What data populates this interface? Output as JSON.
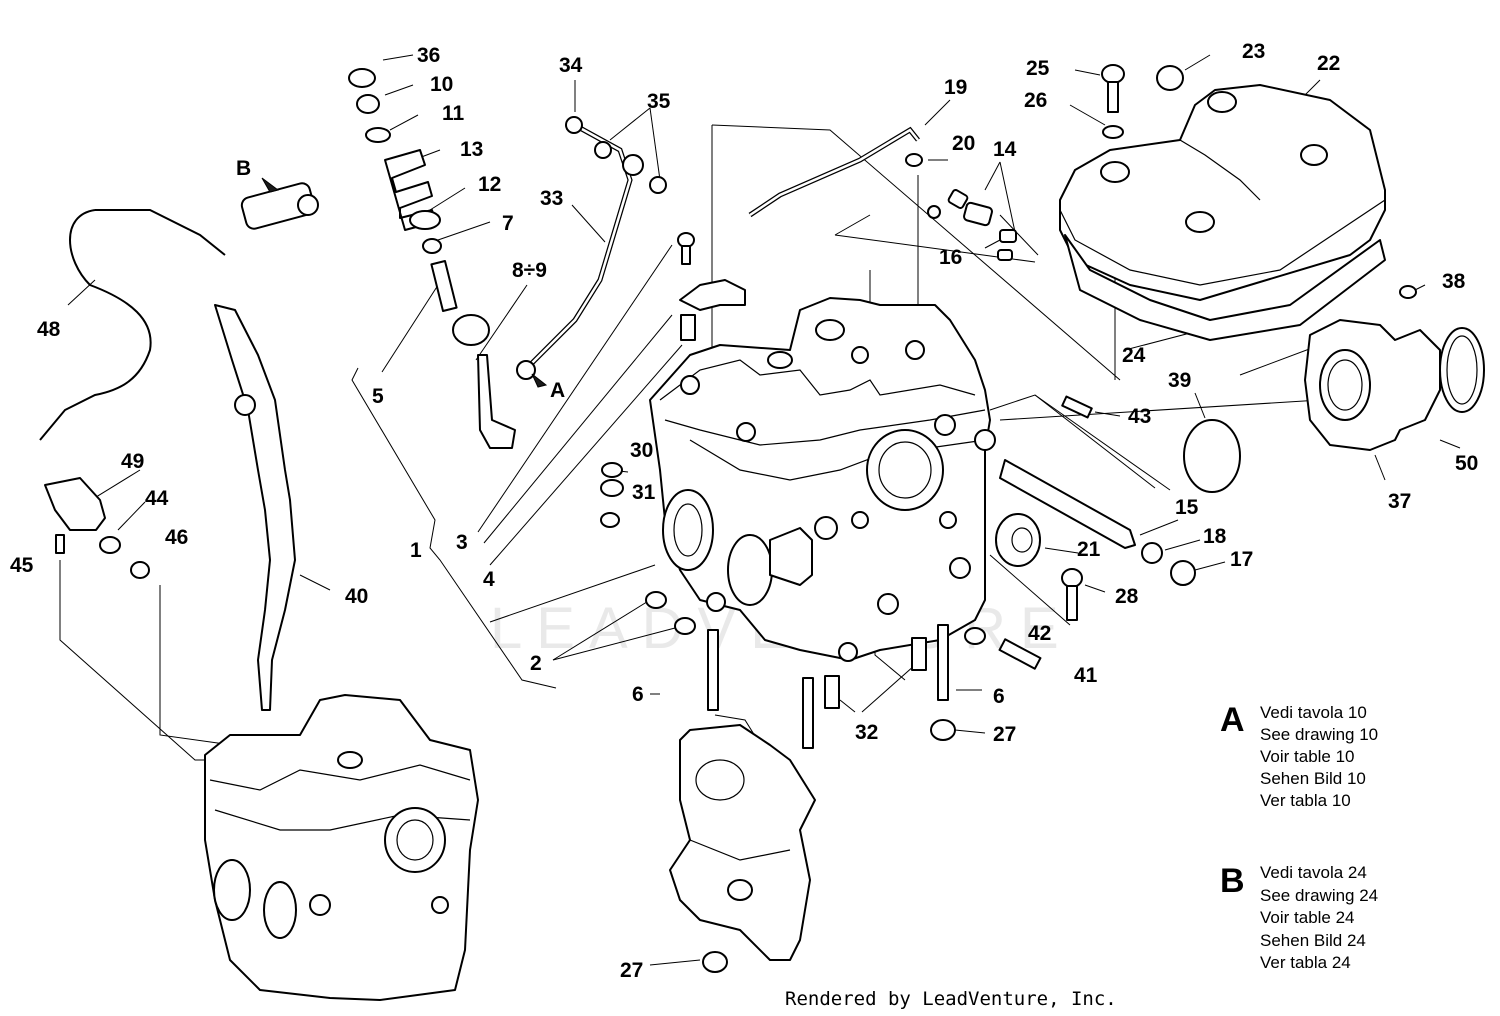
{
  "watermark": "LEADVENTURE",
  "credit": "Rendered by LeadVenture, Inc.",
  "callouts": {
    "c1": "1",
    "c2": "2",
    "c3": "3",
    "c4": "4",
    "c5": "5",
    "c6a": "6",
    "c6b": "6",
    "c7": "7",
    "c8_9": "8÷9",
    "c10": "10",
    "c11": "11",
    "c12": "12",
    "c13": "13",
    "c14": "14",
    "c15": "15",
    "c16": "16",
    "c17": "17",
    "c18": "18",
    "c19": "19",
    "c20": "20",
    "c21": "21",
    "c22": "22",
    "c23": "23",
    "c24": "24",
    "c25": "25",
    "c26": "26",
    "c27a": "27",
    "c27b": "27",
    "c28": "28",
    "c30": "30",
    "c31": "31",
    "c32": "32",
    "c33": "33",
    "c34": "34",
    "c35": "35",
    "c36": "36",
    "c37": "37",
    "c38": "38",
    "c39": "39",
    "c40": "40",
    "c41": "41",
    "c42": "42",
    "c43": "43",
    "c44": "44",
    "c45": "45",
    "c46": "46",
    "c48": "48",
    "c49": "49",
    "c50": "50"
  },
  "refs": {
    "ref_a": "A",
    "ref_b": "B"
  },
  "legend": {
    "a": {
      "letter": "A",
      "lines": [
        "Vedi tavola 10",
        "See drawing 10",
        "Voir table 10",
        "Sehen Bild 10",
        "Ver tabla 10"
      ]
    },
    "b": {
      "letter": "B",
      "lines": [
        "Vedi tavola 24",
        "See drawing 24",
        "Voir table 24",
        "Sehen Bild 24",
        "Ver tabla 24"
      ]
    }
  }
}
